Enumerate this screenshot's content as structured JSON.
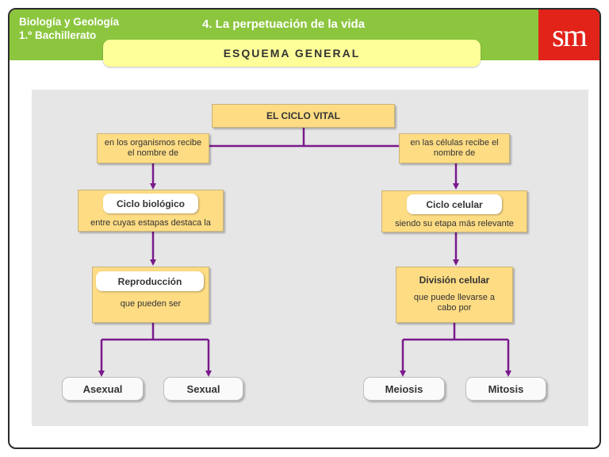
{
  "header": {
    "subject": "Biología y Geología",
    "course": "1.º Bachillerato",
    "unit_title": "4. La perpetuación de la vida",
    "logo": "sm",
    "section": "ESQUEMA GENERAL"
  },
  "colors": {
    "topbar": "#8cc63f",
    "logo": "#e2231a",
    "box_fill": "#fddc84",
    "connector": "#7a1a8c"
  },
  "diagram": {
    "root": "EL CICLO VITAL",
    "left_branch_note": "en los organismos recibe el nombre de",
    "right_branch_note": "en las células recibe el nombre de",
    "left_node": {
      "title": "Ciclo biológico",
      "note": "entre cuyas estapas destaca la"
    },
    "right_node": {
      "title": "Ciclo celular",
      "note": "siendo su etapa más relevante"
    },
    "left_child": {
      "title": "Reproducción",
      "note": "que pueden ser"
    },
    "right_child": {
      "title": "División celular",
      "note": "que puede llevarse a cabo por"
    },
    "leaves": [
      "Asexual",
      "Sexual",
      "Meiosis",
      "Mitosis"
    ]
  }
}
